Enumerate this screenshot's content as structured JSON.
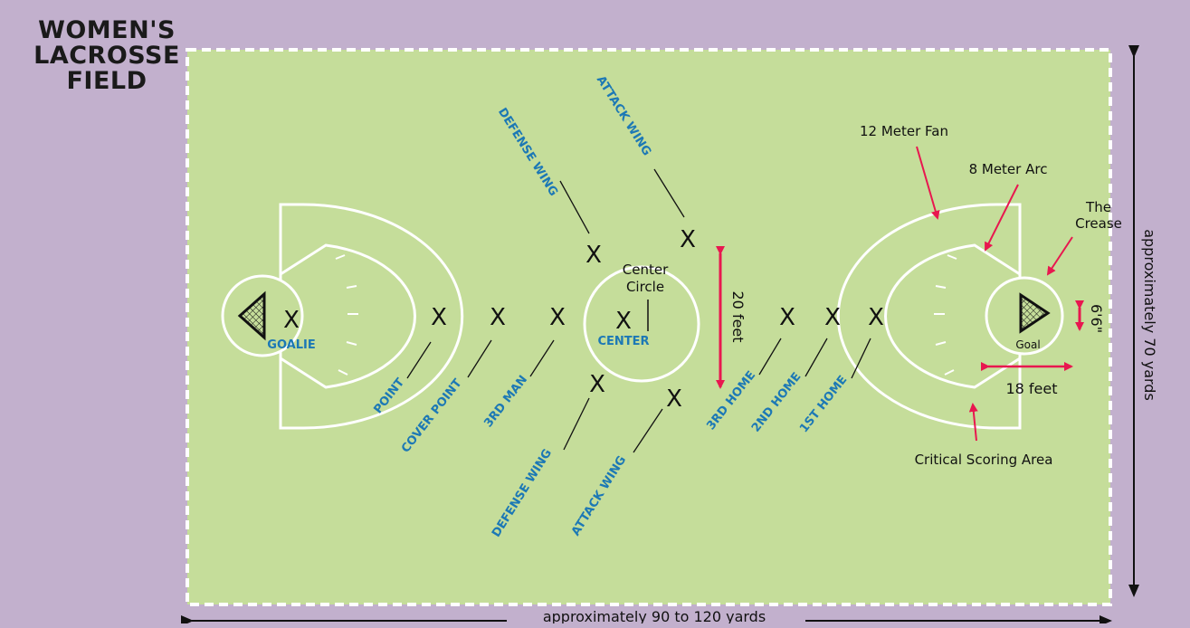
{
  "title": {
    "line1": "WOMEN'S",
    "line2": "LACROSSE",
    "line3": "FIELD"
  },
  "colors": {
    "background": "#c2b0cd",
    "field": "#c5dd9a",
    "lines": "#ffffff",
    "position_labels": "#1c78b5",
    "arrows": "#e8174f",
    "marks": "#111111"
  },
  "player_mark": "X",
  "positions": {
    "goalie": "GOALIE",
    "point": "POINT",
    "cover_point": "COVER POINT",
    "third_man": "3RD MAN",
    "center": "CENTER",
    "defense_wing_top": "DEFENSE WING",
    "attack_wing_top": "ATTACK WING",
    "defense_wing_bottom": "DEFENSE WING",
    "attack_wing_bottom": "ATTACK WING",
    "third_home": "3RD HOME",
    "second_home": "2ND HOME",
    "first_home": "1ST HOME"
  },
  "annotations": {
    "center_circle_1": "Center",
    "center_circle_2": "Circle",
    "twelve_meter_fan": "12 Meter Fan",
    "eight_meter_arc": "8 Meter Arc",
    "crease_1": "The",
    "crease_2": "Crease",
    "goal": "Goal",
    "critical_scoring_area": "Critical Scoring Area"
  },
  "dimensions": {
    "center_circle_diameter": "20 feet",
    "goal_width": "6'6\"",
    "goal_to_arc": "18 feet",
    "field_width": "approximately 70 yards",
    "field_length": "approximately 90 to 120 yards"
  }
}
